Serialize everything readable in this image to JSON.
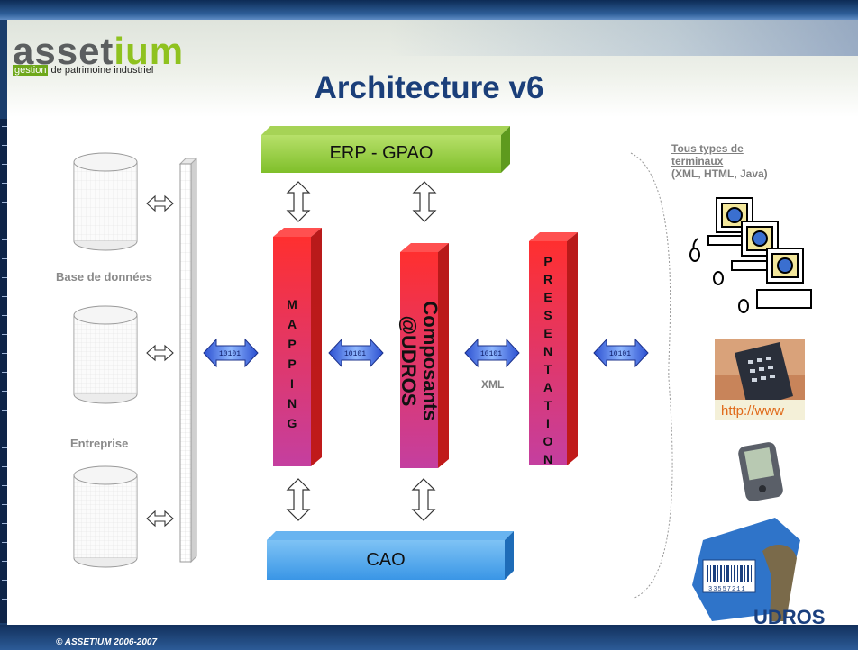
{
  "header": {
    "logo_prefix": "asset",
    "logo_accent": "ium",
    "logo_tag_highlight": "gestion",
    "logo_tag_rest": " de patrimoine industriel",
    "title": "Architecture v6"
  },
  "boxes": {
    "erp": "ERP - GPAO",
    "cao": "CAO",
    "mapping": "MAPPING",
    "composants_line1": "Composants",
    "composants_line2": "@UDROS",
    "presentation": "PRESENTATION"
  },
  "labels": {
    "database": "Base de données",
    "enterprise": "Entreprise",
    "xml": "XML"
  },
  "terminals": {
    "heading_line1": "Tous types de",
    "heading_line2": "terminaux",
    "subheading": "(XML, HTML, Java)"
  },
  "device_labels": {
    "phone_url": "http://www",
    "barcode_number": "33557211",
    "brand": "UDROS"
  },
  "footer": {
    "copyright": "© ASSETIUM 2006-2007"
  },
  "colors": {
    "title": "#1b3f7a",
    "erp": "#8dc63f",
    "cao": "#3d9be9",
    "column_top": "#ff2f2f",
    "column_bottom": "#c43fa0"
  }
}
